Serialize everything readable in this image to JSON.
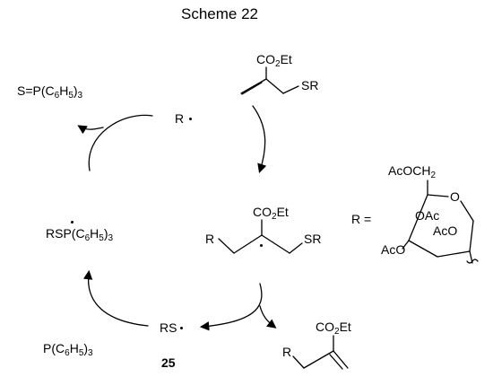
{
  "scheme_title": "Scheme 22",
  "species": {
    "allyl_sulfide": {
      "ester": "CO2Et",
      "substituent": "SR"
    },
    "radical_R": "R",
    "adduct_radical": {
      "ester": "CO2Et",
      "left_group": "R",
      "right_group": "SR"
    },
    "product": {
      "ester": "CO2Et",
      "left_group": "R"
    },
    "thiyl_radical": {
      "label": "RS",
      "number": "25"
    },
    "phosphine": "P(C6H5)3",
    "phosphoranyl_radical": "RSP(C6H5)3",
    "phosphine_sulfide": "S=P(C6H5)3"
  },
  "sugar_definition": {
    "prefix": "R =",
    "ch2_substituent": "AcOCH2",
    "ring_labels": [
      "OAc",
      "AcO",
      "AcO"
    ],
    "ring_oxygen": "O"
  }
}
